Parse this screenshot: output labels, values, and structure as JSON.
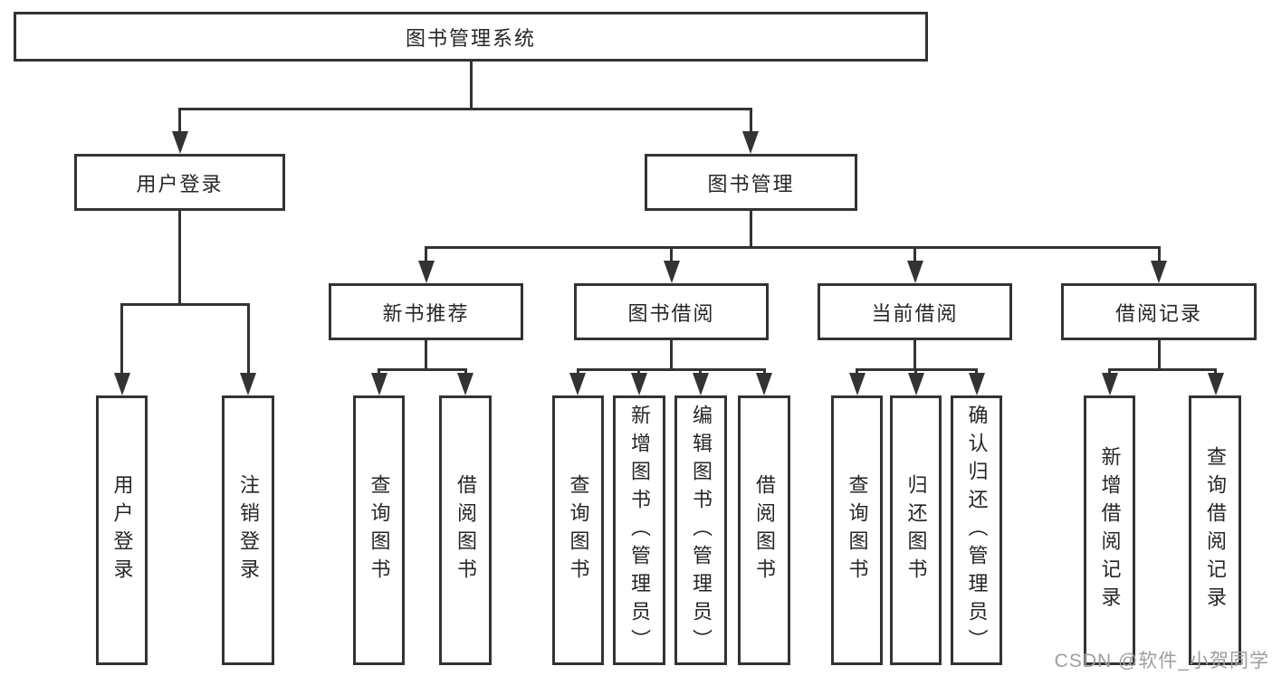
{
  "diagram": {
    "root": {
      "label": "图书管理系统"
    },
    "branches": [
      {
        "label": "用户登录",
        "leaves": [
          {
            "label": "用户登录"
          },
          {
            "label": "注销登录"
          }
        ]
      },
      {
        "label": "图书管理",
        "groups": [
          {
            "label": "新书推荐",
            "leaves": [
              {
                "label": "查询图书"
              },
              {
                "label": "借阅图书"
              }
            ]
          },
          {
            "label": "图书借阅",
            "leaves": [
              {
                "label": "查询图书"
              },
              {
                "label": "新增图书（管理员）"
              },
              {
                "label": "编辑图书（管理员）"
              },
              {
                "label": "借阅图书"
              }
            ]
          },
          {
            "label": "当前借阅",
            "leaves": [
              {
                "label": "查询图书"
              },
              {
                "label": "归还图书"
              },
              {
                "label": "确认归还（管理员）"
              }
            ]
          },
          {
            "label": "借阅记录",
            "leaves": [
              {
                "label": "新增借阅记录"
              },
              {
                "label": "查询借阅记录"
              }
            ]
          }
        ]
      }
    ]
  },
  "watermark": {
    "text": "CSDN @软件_小贺同学"
  },
  "colors": {
    "line": "#333333",
    "text": "#262626",
    "watermark": "#9e9e9e",
    "background": "#ffffff"
  }
}
